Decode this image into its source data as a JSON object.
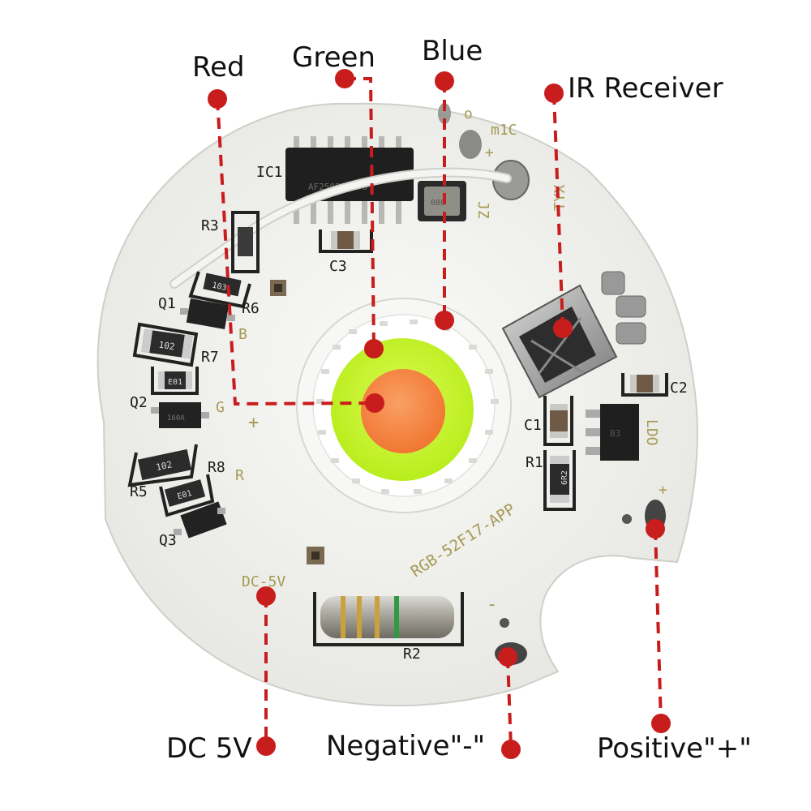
{
  "callouts": {
    "red": "Red",
    "green": "Green",
    "blue": "Blue",
    "ir_receiver": "IR Receiver",
    "dc5v": "DC 5V",
    "negative": "Negative\"-\"",
    "positive": "Positive\"+\""
  },
  "silkscreen": {
    "ic1": "IC1",
    "r3": "R3",
    "c3": "C3",
    "q1": "Q1",
    "r6": "R6",
    "b": "B",
    "r7": "R7",
    "q2": "Q2",
    "g": "G",
    "plus_left": "+",
    "r5": "R5",
    "r8": "R8",
    "r": "R",
    "q3": "Q3",
    "dc_5v": "DC-5V",
    "r2": "R2",
    "minus": "-",
    "plus_right": "+",
    "board_name": "RGB-52F17-APP",
    "r1": "R1",
    "c1": "C1",
    "c2": "C2",
    "ldo": "LDO",
    "jz": "JZ",
    "tyx": "TYX",
    "mic": "m1C",
    "mic_plus": "+",
    "mic_o": "o",
    "chip_ic": "AF250P27578",
    "res_103": "103",
    "res_102a": "102",
    "res_e01a": "E01",
    "res_102b": "102",
    "res_e01b": "E01",
    "res_6r2": "6R2",
    "q2_mark": "160A",
    "ldo_chip": "B3",
    "crystal": "000"
  },
  "colors": {
    "callout_red": "#c81d1d",
    "board_white": "#f3f3f1",
    "led_green": "#c6f52a",
    "led_orange": "#f5883f",
    "silk_olive": "#a69a55"
  }
}
